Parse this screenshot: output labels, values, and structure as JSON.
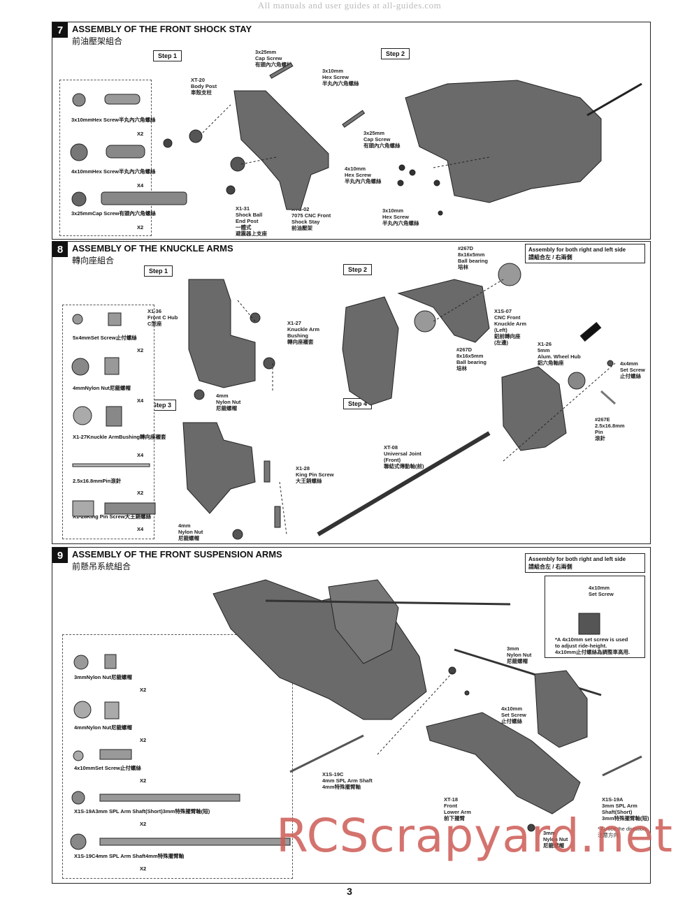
{
  "watermark_top": "All manuals and user guides at all-guides.com",
  "watermark_bottom": "RCScrapyard.net",
  "page_number": "3",
  "sections": [
    {
      "number": "7",
      "title": "ASSEMBLY OF THE FRONT SHOCK STAY",
      "subtitle": "前油壓架組合",
      "steps": [
        "Step 1",
        "Step 2"
      ],
      "labels": {
        "xt20": [
          "XT-20",
          "Body Post",
          "車殼支柱"
        ],
        "cap_top": [
          "3x25mm",
          "Cap Screw",
          "有頭內六角螺絲"
        ],
        "hex_top": [
          "3x10mm",
          "Hex Screw",
          "半丸內六角螺絲"
        ],
        "cap_mid": [
          "3x25mm",
          "Cap Screw",
          "有頭內六角螺絲"
        ],
        "hex_4x10": [
          "4x10mm",
          "Hex Screw",
          "半丸內六角螺絲"
        ],
        "hex_bot": [
          "3x10mm",
          "Hex Screw",
          "半丸內六角螺絲"
        ],
        "x131": [
          "X1-31",
          "Shock Ball",
          "End Post",
          "一體式",
          "避震器上支座"
        ],
        "xts02": [
          "XTS-02",
          "7075 CNC Front",
          "Shock Stay",
          "前油壓架"
        ]
      },
      "parts": [
        {
          "lines": [
            "3x10mm",
            "Hex Screw",
            "半丸內六角螺絲"
          ],
          "qty": "X2"
        },
        {
          "lines": [
            "4x10mm",
            "Hex Screw",
            "半丸內六角螺絲"
          ],
          "qty": "X4"
        },
        {
          "lines": [
            "3x25mm",
            "Cap Screw",
            "有頭內六角螺絲"
          ],
          "qty": "X2"
        }
      ]
    },
    {
      "number": "8",
      "title": "ASSEMBLY OF THE KNUCKLE ARMS",
      "subtitle": "轉向座組合",
      "note": [
        "Assembly for both right and left side",
        "請組合左 / 右兩側"
      ],
      "steps": [
        "Step 1",
        "Step 2",
        "Step 3",
        "Step 4"
      ],
      "labels": {
        "x136": [
          "X1-36",
          "Front C Hub",
          "C型座"
        ],
        "x127": [
          "X1-27",
          "Knuckle Arm",
          "Bushing",
          "轉向座襯套"
        ],
        "nut4": [
          "4mm",
          "Nylon Nut",
          "尼龍螺帽"
        ],
        "x128": [
          "X1-28",
          "King Pin Screw",
          "大王銷螺絲"
        ],
        "nut4b": [
          "4mm",
          "Nylon Nut",
          "尼龍螺帽"
        ],
        "b267d_top": [
          "#267D",
          "8x16x5mm",
          "Ball bearing",
          "培林"
        ],
        "x1s07": [
          "X1S-07",
          "CNC Front",
          "Knuckle Arm",
          "(Left)",
          "鋁前轉向座",
          "(左邊)"
        ],
        "b267d_bot": [
          "#267D",
          "8x16x5mm",
          "Ball bearing",
          "培林"
        ],
        "x126": [
          "X1-26",
          "5mm",
          "Alum. Wheel Hub",
          "鋁六角軸座"
        ],
        "set4x4": [
          "4x4mm",
          "Set Screw",
          "止付螺絲"
        ],
        "p267e": [
          "#267E",
          "2.5x16.8mm",
          "Pin",
          "滾針"
        ],
        "xt08": [
          "XT-08",
          "Universal Joint",
          "(Front)",
          "聯結式傳動軸(前)"
        ]
      },
      "parts": [
        {
          "lines": [
            "5x4mm",
            "Set Screw",
            "止付螺絲"
          ],
          "qty": "X2"
        },
        {
          "lines": [
            "4mm",
            "Nylon Nut",
            "尼龍螺帽"
          ],
          "qty": "X4"
        },
        {
          "lines": [
            "X1-27",
            "Knuckle Arm",
            "Bushing",
            "轉向座襯套"
          ],
          "qty": "X4"
        },
        {
          "lines": [
            "2.5x16.8mm",
            "Pin",
            "滾針"
          ],
          "qty": "X2"
        },
        {
          "lines": [
            "X1-28",
            "King Pin Screw",
            "大王銷螺絲"
          ],
          "qty": "X4"
        }
      ]
    },
    {
      "number": "9",
      "title": "ASSEMBLY OF THE FRONT SUSPENSION ARMS",
      "subtitle": "前懸吊系統組合",
      "note": [
        "Assembly for both right and left side",
        "請組合左 / 右兩側"
      ],
      "inset": {
        "label": [
          "4x10mm",
          "Set Screw"
        ],
        "text": [
          "*A 4x10mm set screw is used",
          "to adjust ride-height.",
          "4x10mm止付螺絲為調整車高用."
        ]
      },
      "labels": {
        "nut3_top": [
          "3mm",
          "Nylon Nut",
          "尼龍螺帽"
        ],
        "set4x10": [
          "4x10mm",
          "Set Screw",
          "止付螺絲"
        ],
        "x1s19c": [
          "X1S-19C",
          "4mm SPL Arm Shaft",
          "4mm特殊擺臂軸"
        ],
        "xt18": [
          "XT-18",
          "Front",
          "Lower Arm",
          "前下擺臂"
        ],
        "nut3_bot": [
          "3mm",
          "Nylon Nut",
          "尼龍螺帽"
        ],
        "x1s19a": [
          "X1S-19A",
          "3mm SPL Arm",
          "Shaft(Short)",
          "3mm特殊擺臂軸(短)"
        ],
        "notice": [
          "* Notice the direction.",
          "注意方向"
        ]
      },
      "parts": [
        {
          "lines": [
            "3mm",
            "Nylon Nut",
            "尼龍螺帽"
          ],
          "qty": "X2"
        },
        {
          "lines": [
            "4mm",
            "Nylon Nut",
            "尼龍螺帽"
          ],
          "qty": "X2"
        },
        {
          "lines": [
            "4x10mm",
            "Set Screw",
            "止付螺絲"
          ],
          "qty": "X2"
        },
        {
          "lines": [
            "X1S-19A",
            "3mm SPL Arm Shaft(Short)",
            "3mm特殊擺臂軸(短)"
          ],
          "qty": "X2"
        },
        {
          "lines": [
            "X1S-19C",
            "4mm SPL Arm Shaft",
            "4mm特殊擺臂軸"
          ],
          "qty": "X2"
        }
      ]
    }
  ]
}
